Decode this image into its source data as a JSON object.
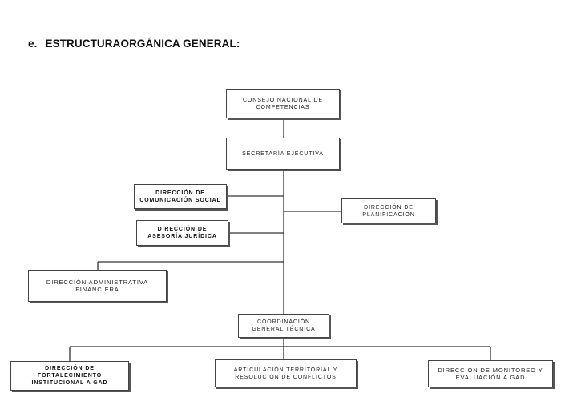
{
  "header": {
    "number": "e.",
    "title": "ESTRUCTURAORGÁNICA GENERAL:"
  },
  "org_chart": {
    "consejo": "CONSEJO NACIONAL DE\nCOMPETENCIAS",
    "secretaria": "SECRETARÍA EJECUTIVA",
    "comunicacion": "DIRECCIÓN DE\nCOMUNICACIÓN SOCIAL",
    "planificacion": "DIRECCIÓN DE\nPLANIFICACIÓN",
    "asesoria": "DIRECCIÓN DE\nASESORÍA JURÍDICA",
    "administrativa": "DIRECCIÓN ADMINISTRATIVA\nFINANCIERA",
    "coordinacion": "COORDINACIÓN\nGENERAL TÉCNICA",
    "fortalecimiento": "DIRECCIÓN DE\nFORTALECIMIENTO\nINSTITUCIONAL A GAD",
    "articulacion": "ARTICULACIÓN TERRITORIAL Y\nRESOLUCIÓN DE CONFLICTOS",
    "monitoreo": "DIRECCIÓN DE MONITOREO Y\nEVALUACIÓN A GAD"
  }
}
